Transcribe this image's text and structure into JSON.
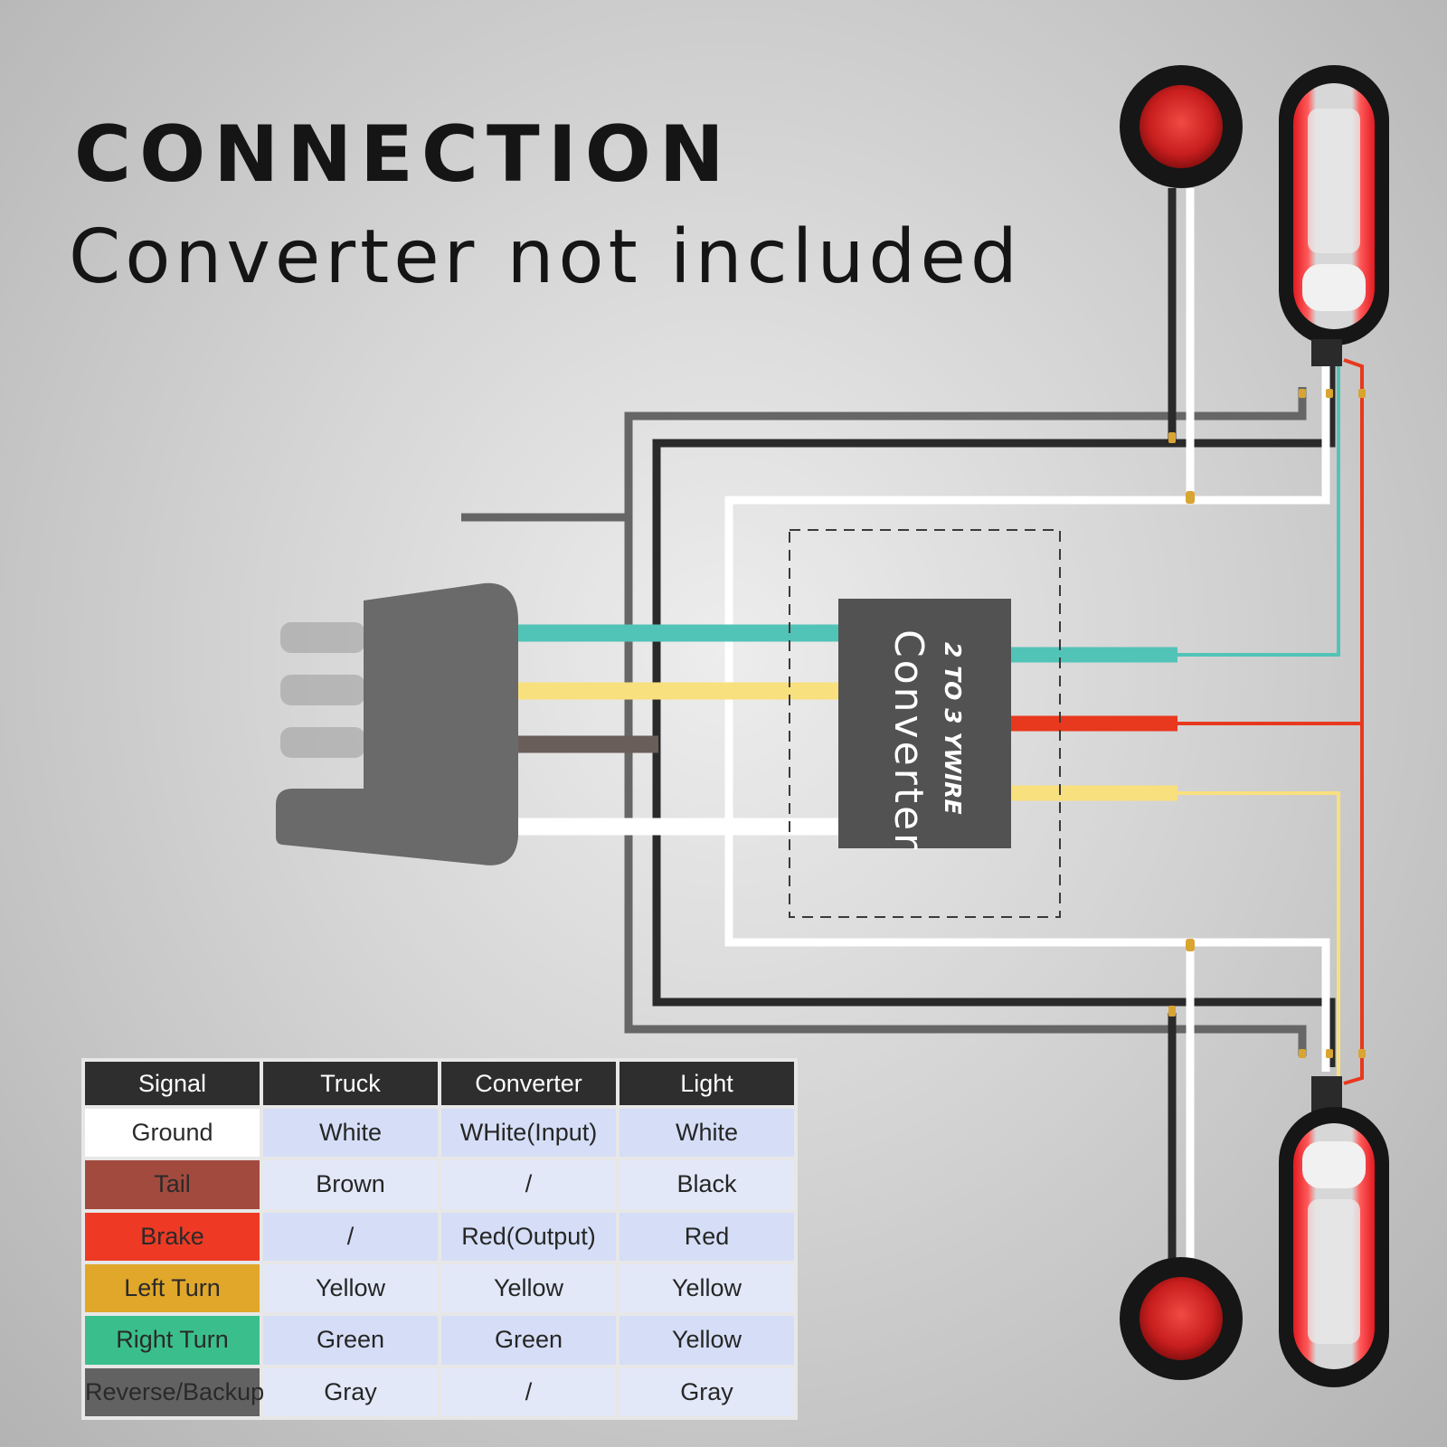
{
  "header": {
    "title": "CONNECTION",
    "subtitle": "Converter not included"
  },
  "converter": {
    "line1": "2 TO 3 YWIRE",
    "line2": "Converter"
  },
  "colors": {
    "white_wire": "#ffffff",
    "brown_wire": "#6a5e5a",
    "red_wire": "#e8381e",
    "yellow_wire": "#f9e07e",
    "green_wire": "#52c3b7",
    "gray_wire": "#666666",
    "black_wire": "#2a2a2a",
    "converter_box": "#525252",
    "plug": "#6a6a6a"
  },
  "table": {
    "headers": [
      "Signal",
      "Truck",
      "Converter",
      "Light"
    ],
    "rows": [
      {
        "signal": "Ground",
        "signal_color": "#ffffff",
        "truck": "White",
        "converter": "WHite(Input)",
        "light": "White"
      },
      {
        "signal": "Tail",
        "signal_color": "#a34a3e",
        "truck": "Brown",
        "converter": "/",
        "light": "Black"
      },
      {
        "signal": "Brake",
        "signal_color": "#ee3a24",
        "truck": "/",
        "converter": "Red(Output)",
        "light": "Red"
      },
      {
        "signal": "Left Turn",
        "signal_color": "#e0a72a",
        "truck": "Yellow",
        "converter": "Yellow",
        "light": "Yellow"
      },
      {
        "signal": "Right Turn",
        "signal_color": "#3abf8c",
        "truck": "Green",
        "converter": "Green",
        "light": "Yellow"
      },
      {
        "signal": "Reverse/Backup",
        "signal_color": "#626262",
        "truck": "Gray",
        "converter": "/",
        "light": "Gray"
      }
    ]
  }
}
